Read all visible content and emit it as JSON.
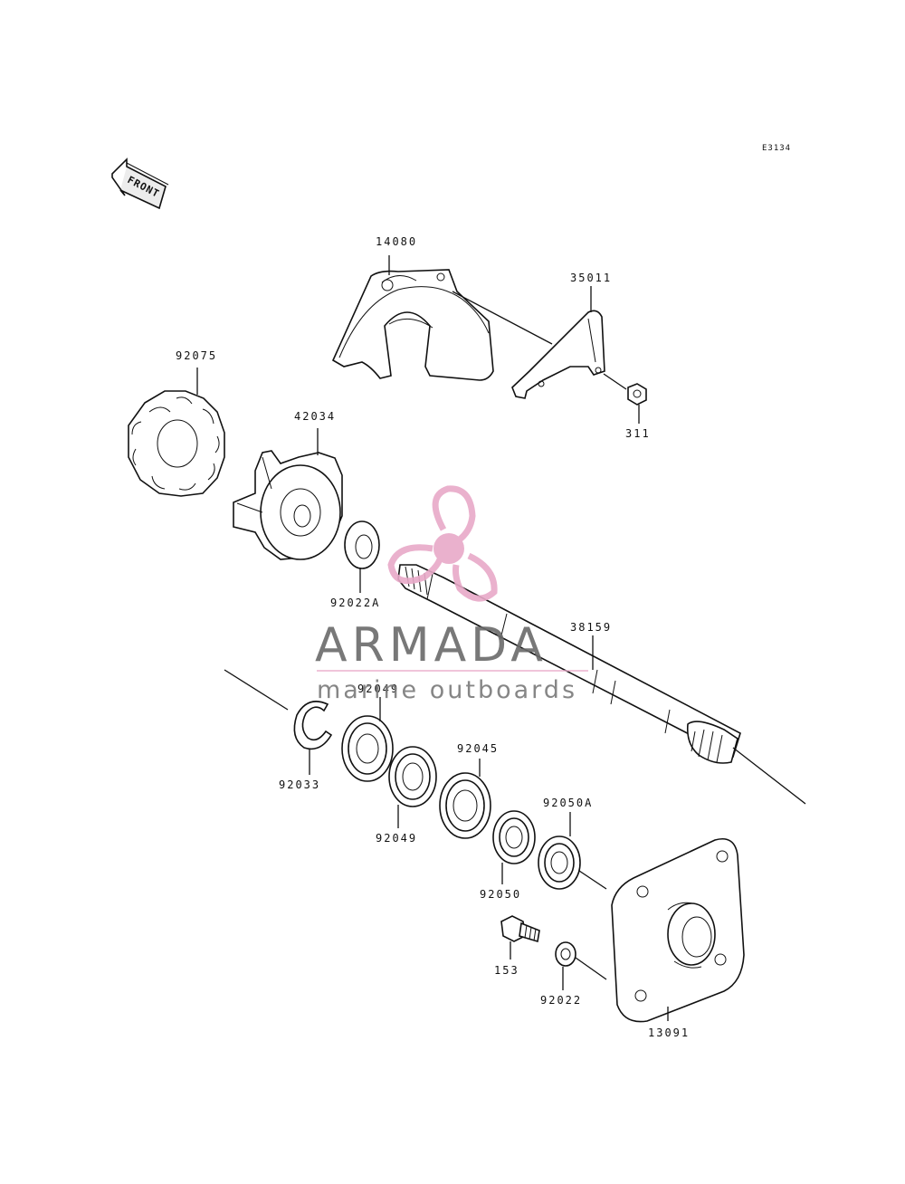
{
  "diagram": {
    "code": "E3134",
    "front_label": "FRONT",
    "parts": {
      "p14080": "14080",
      "p35011": "35011",
      "p311": "311",
      "p92075": "92075",
      "p42034": "42034",
      "p92022A": "92022A",
      "p38159": "38159",
      "p92049a": "92049",
      "p92033": "92033",
      "p92049b": "92049",
      "p92045": "92045",
      "p92050A": "92050A",
      "p92050": "92050",
      "p153": "153",
      "p92022": "92022",
      "p13091": "13091"
    }
  },
  "watermark": {
    "title": "ARMADA",
    "subtitle": "marine outboards",
    "accent_color": "#e8a9c8",
    "text_color": "#6a6a6a"
  }
}
